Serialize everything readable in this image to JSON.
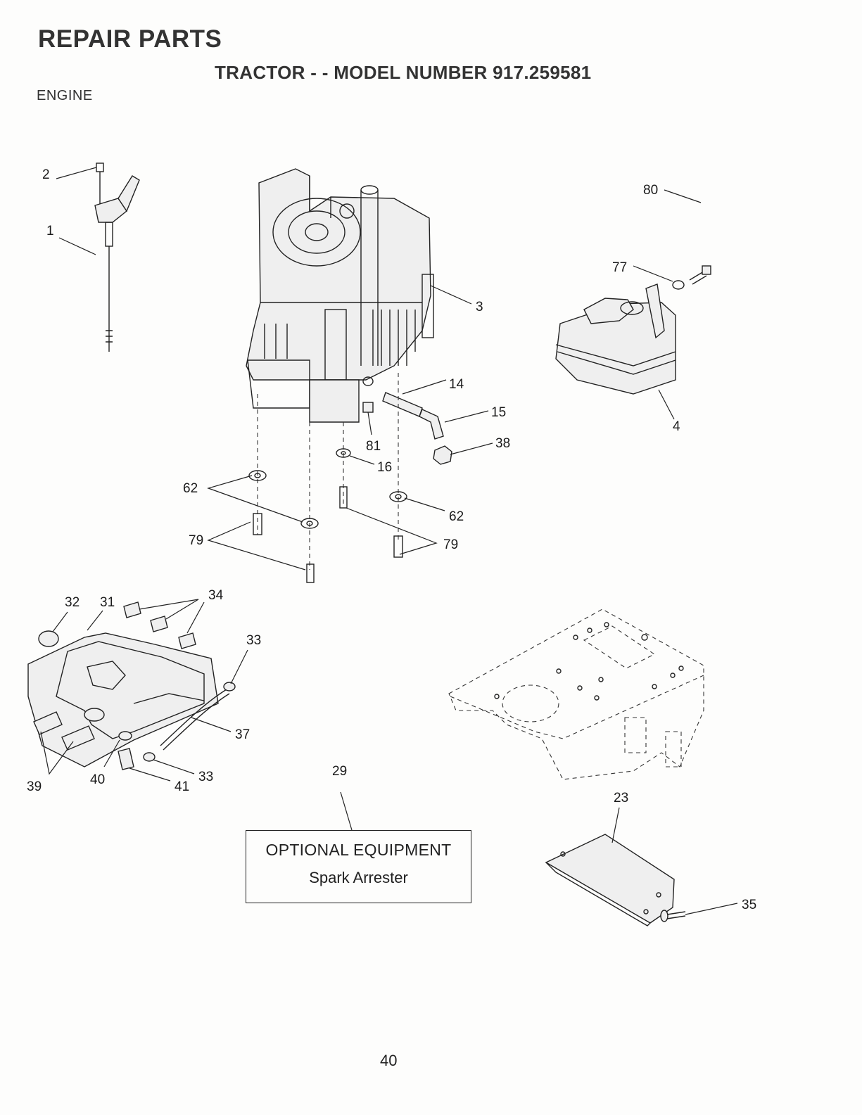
{
  "header": {
    "title": "REPAIR PARTS",
    "model_line": "TRACTOR - - MODEL NUMBER 917.259581",
    "section": "ENGINE"
  },
  "callouts": {
    "p1": "1",
    "p2": "2",
    "p3": "3",
    "p4": "4",
    "p14": "14",
    "p15": "15",
    "p16": "16",
    "p23": "23",
    "p29": "29",
    "p31": "31",
    "p32": "32",
    "p33a": "33",
    "p33b": "33",
    "p34": "34",
    "p35": "35",
    "p37": "37",
    "p38": "38",
    "p39": "39",
    "p40": "40",
    "p41": "41",
    "p62a": "62",
    "p62b": "62",
    "p77": "77",
    "p79a": "79",
    "p79b": "79",
    "p80": "80",
    "p81": "81"
  },
  "optional_equipment": {
    "heading": "OPTIONAL EQUIPMENT",
    "item": "Spark Arrester"
  },
  "page_number": "40"
}
